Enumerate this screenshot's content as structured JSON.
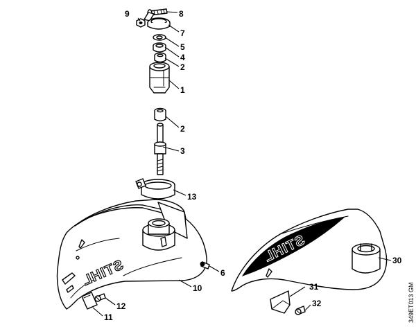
{
  "callouts": {
    "c1": "1",
    "c2a": "2",
    "c2b": "2",
    "c3": "3",
    "c4": "4",
    "c5": "5",
    "c6": "6",
    "c7": "7",
    "c8": "8",
    "c9": "9",
    "c10": "10",
    "c11": "11",
    "c12": "12",
    "c13": "13",
    "c30": "30",
    "c31": "31",
    "c32": "32"
  },
  "branding": {
    "left": "STIHL",
    "right": "STIHL"
  },
  "reference_code": "349ET013 GM"
}
